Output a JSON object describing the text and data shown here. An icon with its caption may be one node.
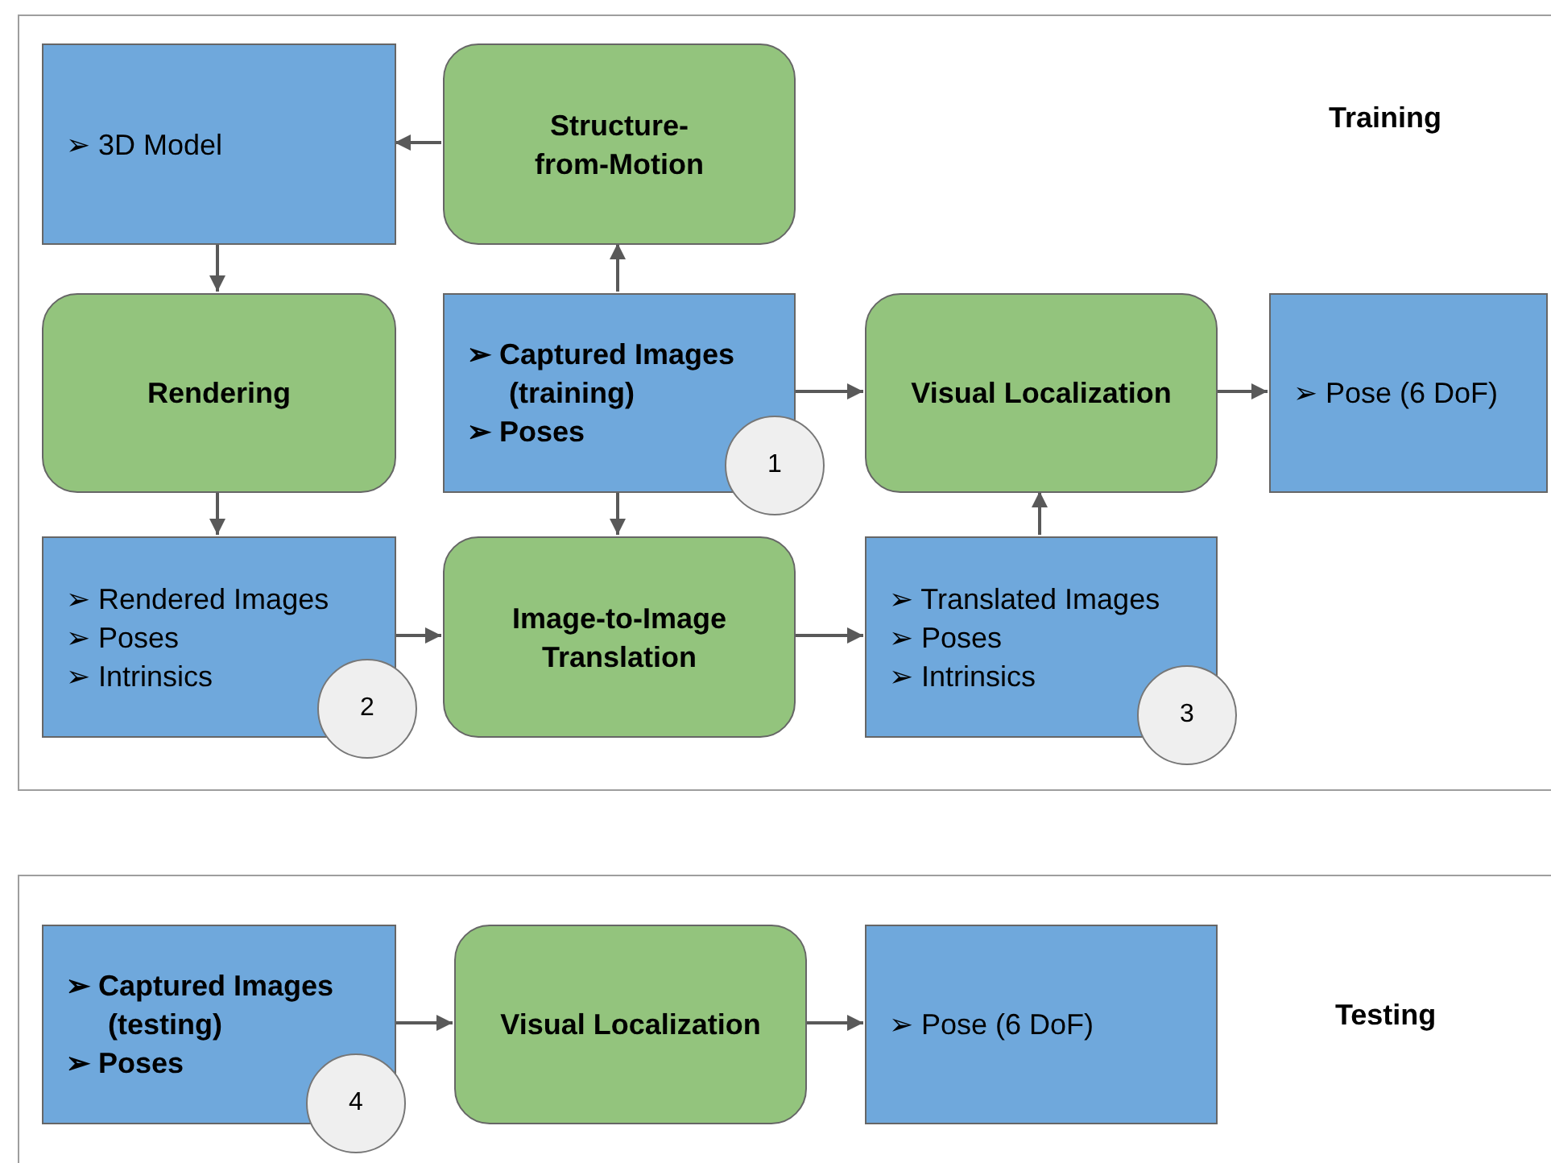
{
  "diagram": {
    "nodes": [
      {
        "text": [
          "Training"
        ]
      },
      {
        "text": [
          "➢ 3D Model"
        ],
        "in": 0
      },
      {
        "text": [
          "Structure-from-Motion"
        ],
        "in": 0
      },
      {
        "text": [
          "Rendering"
        ],
        "in": 0
      },
      {
        "text": [
          "➢ Captured Images (training)",
          "➢ Poses"
        ],
        "in": 0
      },
      {
        "text": [
          "1"
        ],
        "in": 0
      },
      {
        "text": [
          "Visual Localization"
        ],
        "in": 0
      },
      {
        "text": [
          "➢ Pose (6 DoF)"
        ],
        "in": 0
      },
      {
        "text": [
          "➢ Rendered Images",
          "➢ Poses",
          "➢ Intrinsics"
        ],
        "in": 0
      },
      {
        "text": [
          "2"
        ],
        "in": 0
      },
      {
        "text": [
          "Image-to-Image Translation"
        ],
        "in": 0
      },
      {
        "text": [
          "➢ Translated Images",
          "➢ Poses",
          "➢ Intrinsics"
        ],
        "in": 0
      },
      {
        "text": [
          "3"
        ],
        "in": 0
      },
      {
        "text": [
          "Testing"
        ]
      },
      {
        "text": [
          "➢ Captured Images (testing)",
          "➢ Poses"
        ],
        "in": 13
      },
      {
        "text": [
          "4"
        ],
        "in": 13
      },
      {
        "text": [
          "Visual Localization"
        ],
        "in": 13
      },
      {
        "text": [
          "➢ Pose (6 DoF)"
        ],
        "in": 13
      }
    ],
    "edges": [
      {
        "from": 2,
        "to": 1,
        "arrow": "to"
      },
      {
        "from": 1,
        "to": 3,
        "arrow": "to"
      },
      {
        "from": 4,
        "to": 2,
        "arrow": "to"
      },
      {
        "from": 3,
        "to": 8,
        "arrow": "to"
      },
      {
        "from": 4,
        "to": 10,
        "arrow": "to"
      },
      {
        "from": 4,
        "to": 6,
        "arrow": "to"
      },
      {
        "from": 6,
        "to": 7,
        "arrow": "to"
      },
      {
        "from": 8,
        "to": 10,
        "arrow": "to"
      },
      {
        "from": 10,
        "to": 11,
        "arrow": "to"
      },
      {
        "from": 11,
        "to": 6,
        "arrow": "to"
      },
      {
        "from": 14,
        "to": 16,
        "arrow": "to"
      },
      {
        "from": 16,
        "to": 17,
        "arrow": "to"
      }
    ]
  }
}
